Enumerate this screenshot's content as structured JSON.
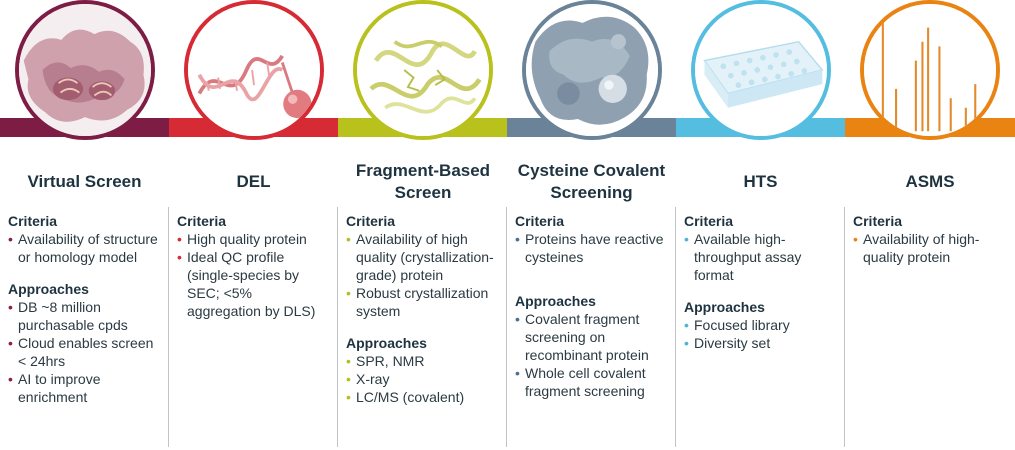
{
  "colors": {
    "virtual_screen": "#7d1d45",
    "del": "#d62b35",
    "fragment": "#b9c11d",
    "cysteine": "#6a8398",
    "hts": "#55bde0",
    "asms": "#e98312",
    "title_text": "#1e3340"
  },
  "columns": [
    {
      "title": "Virtual Screen",
      "icon": "protein-surface-icon",
      "criteria_heading": "Criteria",
      "criteria": [
        "Availability of structure or homology model"
      ],
      "approaches_heading": "Approaches",
      "approaches": [
        "DB ~8 million purchasable cpds",
        "Cloud enables screen < 24hrs",
        "AI to improve enrichment"
      ]
    },
    {
      "title": "DEL",
      "icon": "dna-bead-icon",
      "criteria_heading": "Criteria",
      "criteria": [
        "High quality protein",
        "Ideal QC profile (single-species by SEC; <5% aggregation by DLS)"
      ]
    },
    {
      "title": "Fragment-Based Screen",
      "icon": "protein-ribbon-icon",
      "criteria_heading": "Criteria",
      "criteria": [
        "Availability of high quality (crystallization-grade) protein",
        "Robust crystallization system"
      ],
      "approaches_heading": "Approaches",
      "approaches": [
        "SPR, NMR",
        "X-ray",
        "LC/MS (covalent)"
      ]
    },
    {
      "title": "Cysteine Covalent Screening",
      "icon": "covalent-protein-icon",
      "criteria_heading": "Criteria",
      "criteria": [
        "Proteins have reactive cysteines"
      ],
      "approaches_heading": "Approaches",
      "approaches": [
        "Covalent fragment screening on recombinant protein",
        "Whole cell covalent fragment screening"
      ]
    },
    {
      "title": "HTS",
      "icon": "well-plate-icon",
      "criteria_heading": "Criteria",
      "criteria": [
        "Available high-throughput assay format"
      ],
      "approaches_heading": "Approaches",
      "approaches": [
        "Focused library",
        "Diversity set"
      ]
    },
    {
      "title": "ASMS",
      "icon": "mass-spectrum-icon",
      "criteria_heading": "Criteria",
      "criteria": [
        "Availability of high-quality protein"
      ]
    }
  ]
}
